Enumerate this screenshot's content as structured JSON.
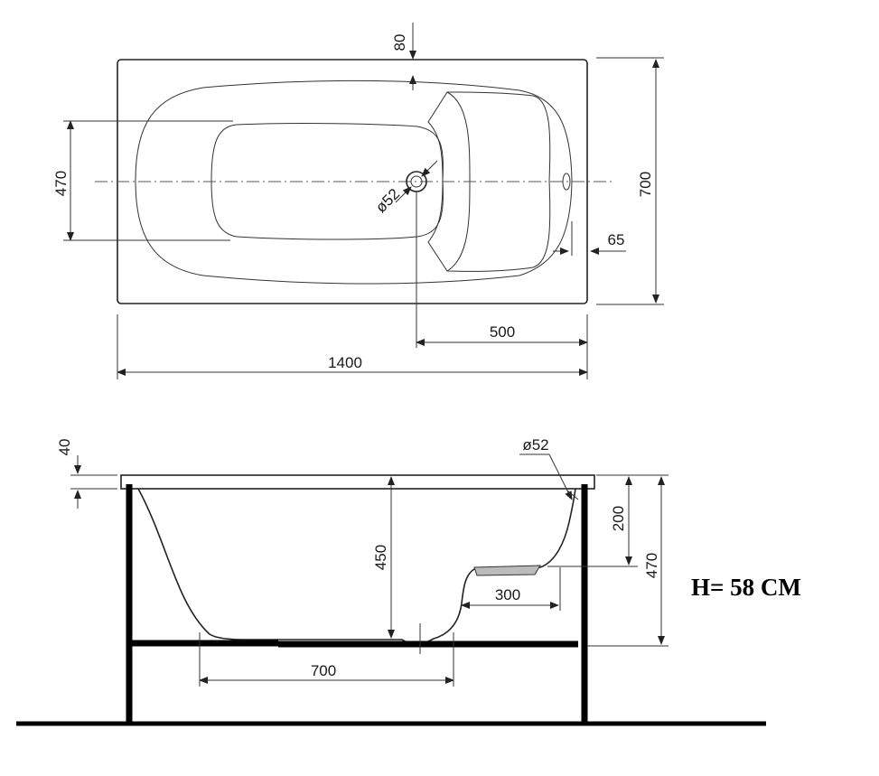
{
  "top_view": {
    "dim_rim": "80",
    "dim_inner_width": "470",
    "dim_drain": "ø52",
    "dim_width": "700",
    "dim_overflow": "65",
    "dim_drain_offset": "500",
    "dim_length": "1400"
  },
  "side_view": {
    "dim_rim_thickness": "40",
    "dim_overflow": "ø52",
    "dim_depth": "450",
    "dim_seat_height": "200",
    "dim_total_height": "470",
    "dim_seat_depth": "300",
    "dim_bottom_length": "700"
  },
  "note": "H= 58 CM"
}
